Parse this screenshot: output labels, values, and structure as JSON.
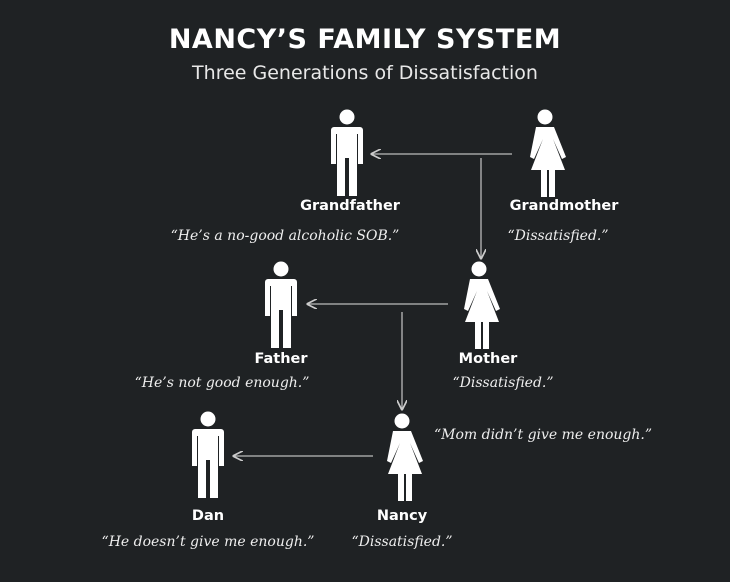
{
  "title": "NANCY’S FAMILY SYSTEM",
  "subtitle": "Three Generations of Dissatisfaction",
  "people": {
    "grandfather": {
      "name": "Grandfather",
      "quote": "“He’s a no-good alcoholic SOB.”"
    },
    "grandmother": {
      "name": "Grandmother",
      "quote": "“Dissatisfied.”"
    },
    "father": {
      "name": "Father",
      "quote": "“He’s not good enough.”"
    },
    "mother": {
      "name": "Mother",
      "quote": "“Dissatisfied.”"
    },
    "dan": {
      "name": "Dan",
      "quote": "“He doesn’t give me enough.”"
    },
    "nancy": {
      "name": "Nancy",
      "quote": "“Dissatisfied.”"
    }
  },
  "nancy_to_mother_quote": "“Mom didn’t give me enough.”"
}
